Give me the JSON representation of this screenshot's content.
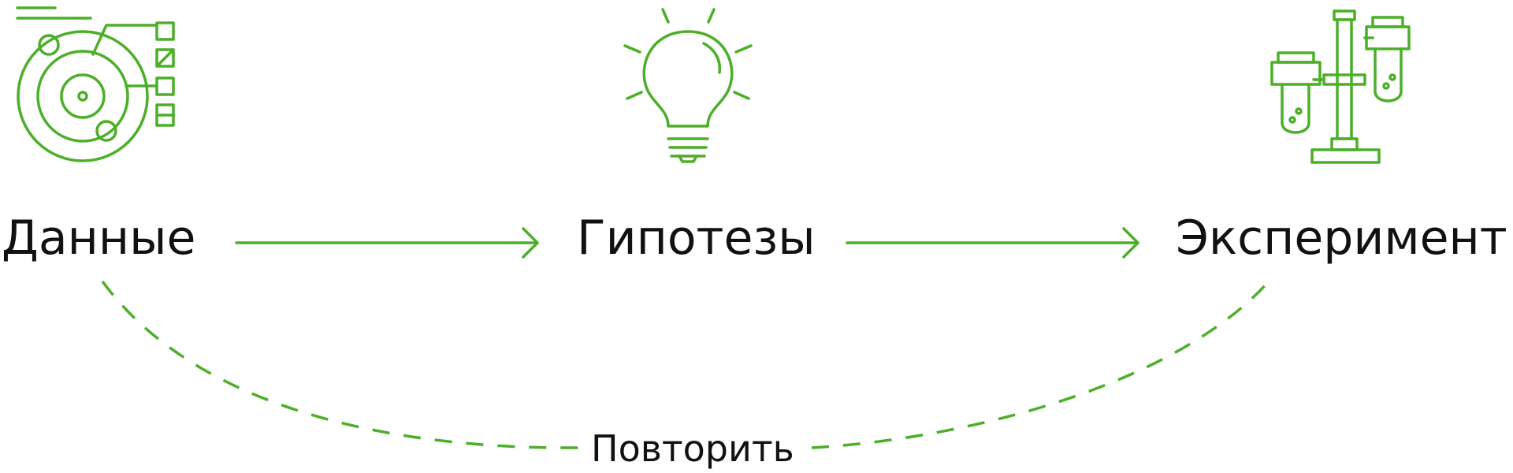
{
  "diagram": {
    "accent_color": "#4caf28",
    "text_color": "#111111",
    "nodes": [
      {
        "label": "Данные",
        "icon": "radar-data-icon"
      },
      {
        "label": "Гипотезы",
        "icon": "lightbulb-icon"
      },
      {
        "label": "Эксперимент",
        "icon": "lab-test-tubes-icon"
      }
    ],
    "loop_label": "Повторить"
  }
}
